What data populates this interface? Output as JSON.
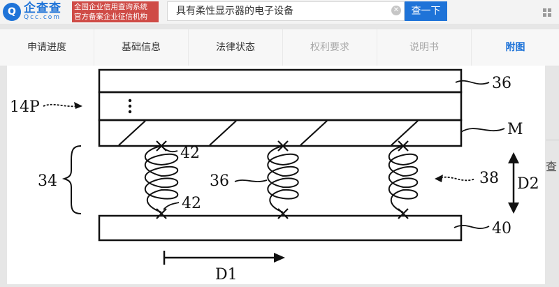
{
  "header": {
    "logo_mark": "Q",
    "logo_name": "企查查",
    "logo_domain": "Qcc.com",
    "slogan_line1": "全国企业信用查询系统",
    "slogan_line2": "官方备案企业征信机构",
    "search_value": "具有柔性显示器的电子设备",
    "search_button": "查一下"
  },
  "tabs": [
    {
      "label": "申请进度",
      "state": "normal"
    },
    {
      "label": "基础信息",
      "state": "normal"
    },
    {
      "label": "法律状态",
      "state": "normal"
    },
    {
      "label": "权利要求",
      "state": "disabled"
    },
    {
      "label": "说明书",
      "state": "disabled"
    },
    {
      "label": "附图",
      "state": "active"
    }
  ],
  "side_text": "查",
  "figure": {
    "labels": {
      "l36_top": "36",
      "l14p": "14P",
      "lM": "M",
      "l42_top": "42",
      "l36_mid": "36",
      "l42_bot": "42",
      "l38": "38",
      "l34": "34",
      "lD2": "D2",
      "l40": "40",
      "lD1": "D1"
    }
  },
  "colors": {
    "brand": "#1e73d8",
    "slogan_bg": "#cf4b46",
    "active_tab": "#1e73d8"
  }
}
